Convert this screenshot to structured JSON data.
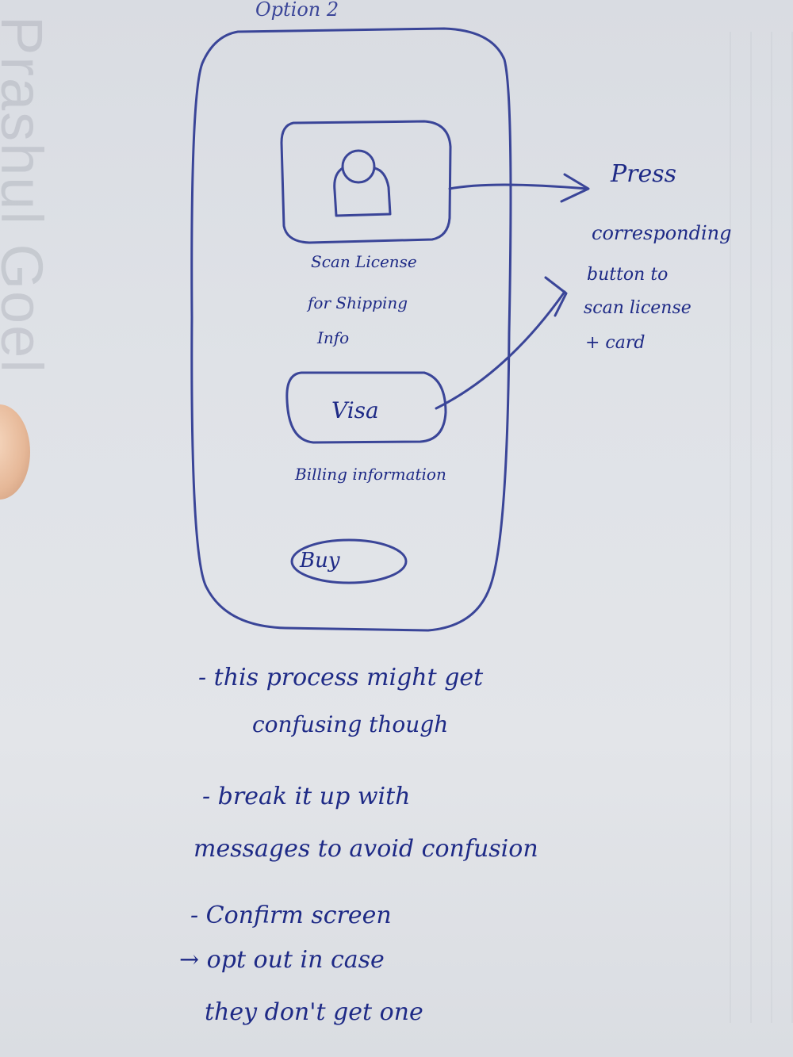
{
  "sketch": {
    "title": "Option 2",
    "phone": {
      "scan_caption_1": "Scan License",
      "scan_caption_2": "for Shipping",
      "scan_caption_3": "Info",
      "visa_button_label": "Visa",
      "billing_caption": "Billing information",
      "buy_button_label": "Buy"
    },
    "annotation": {
      "line1": "Press",
      "line2": "corresponding",
      "line3": "button to",
      "line4": "scan license",
      "line5": "+ card"
    },
    "notes": [
      "- this process might get",
      "confusing though",
      "- break it up with",
      "messages to avoid confusion",
      "- Confirm screen",
      "→ opt out in case",
      "they don't get one"
    ],
    "background_print": "Prashul Goel",
    "ink_color": "#1e2a86"
  }
}
